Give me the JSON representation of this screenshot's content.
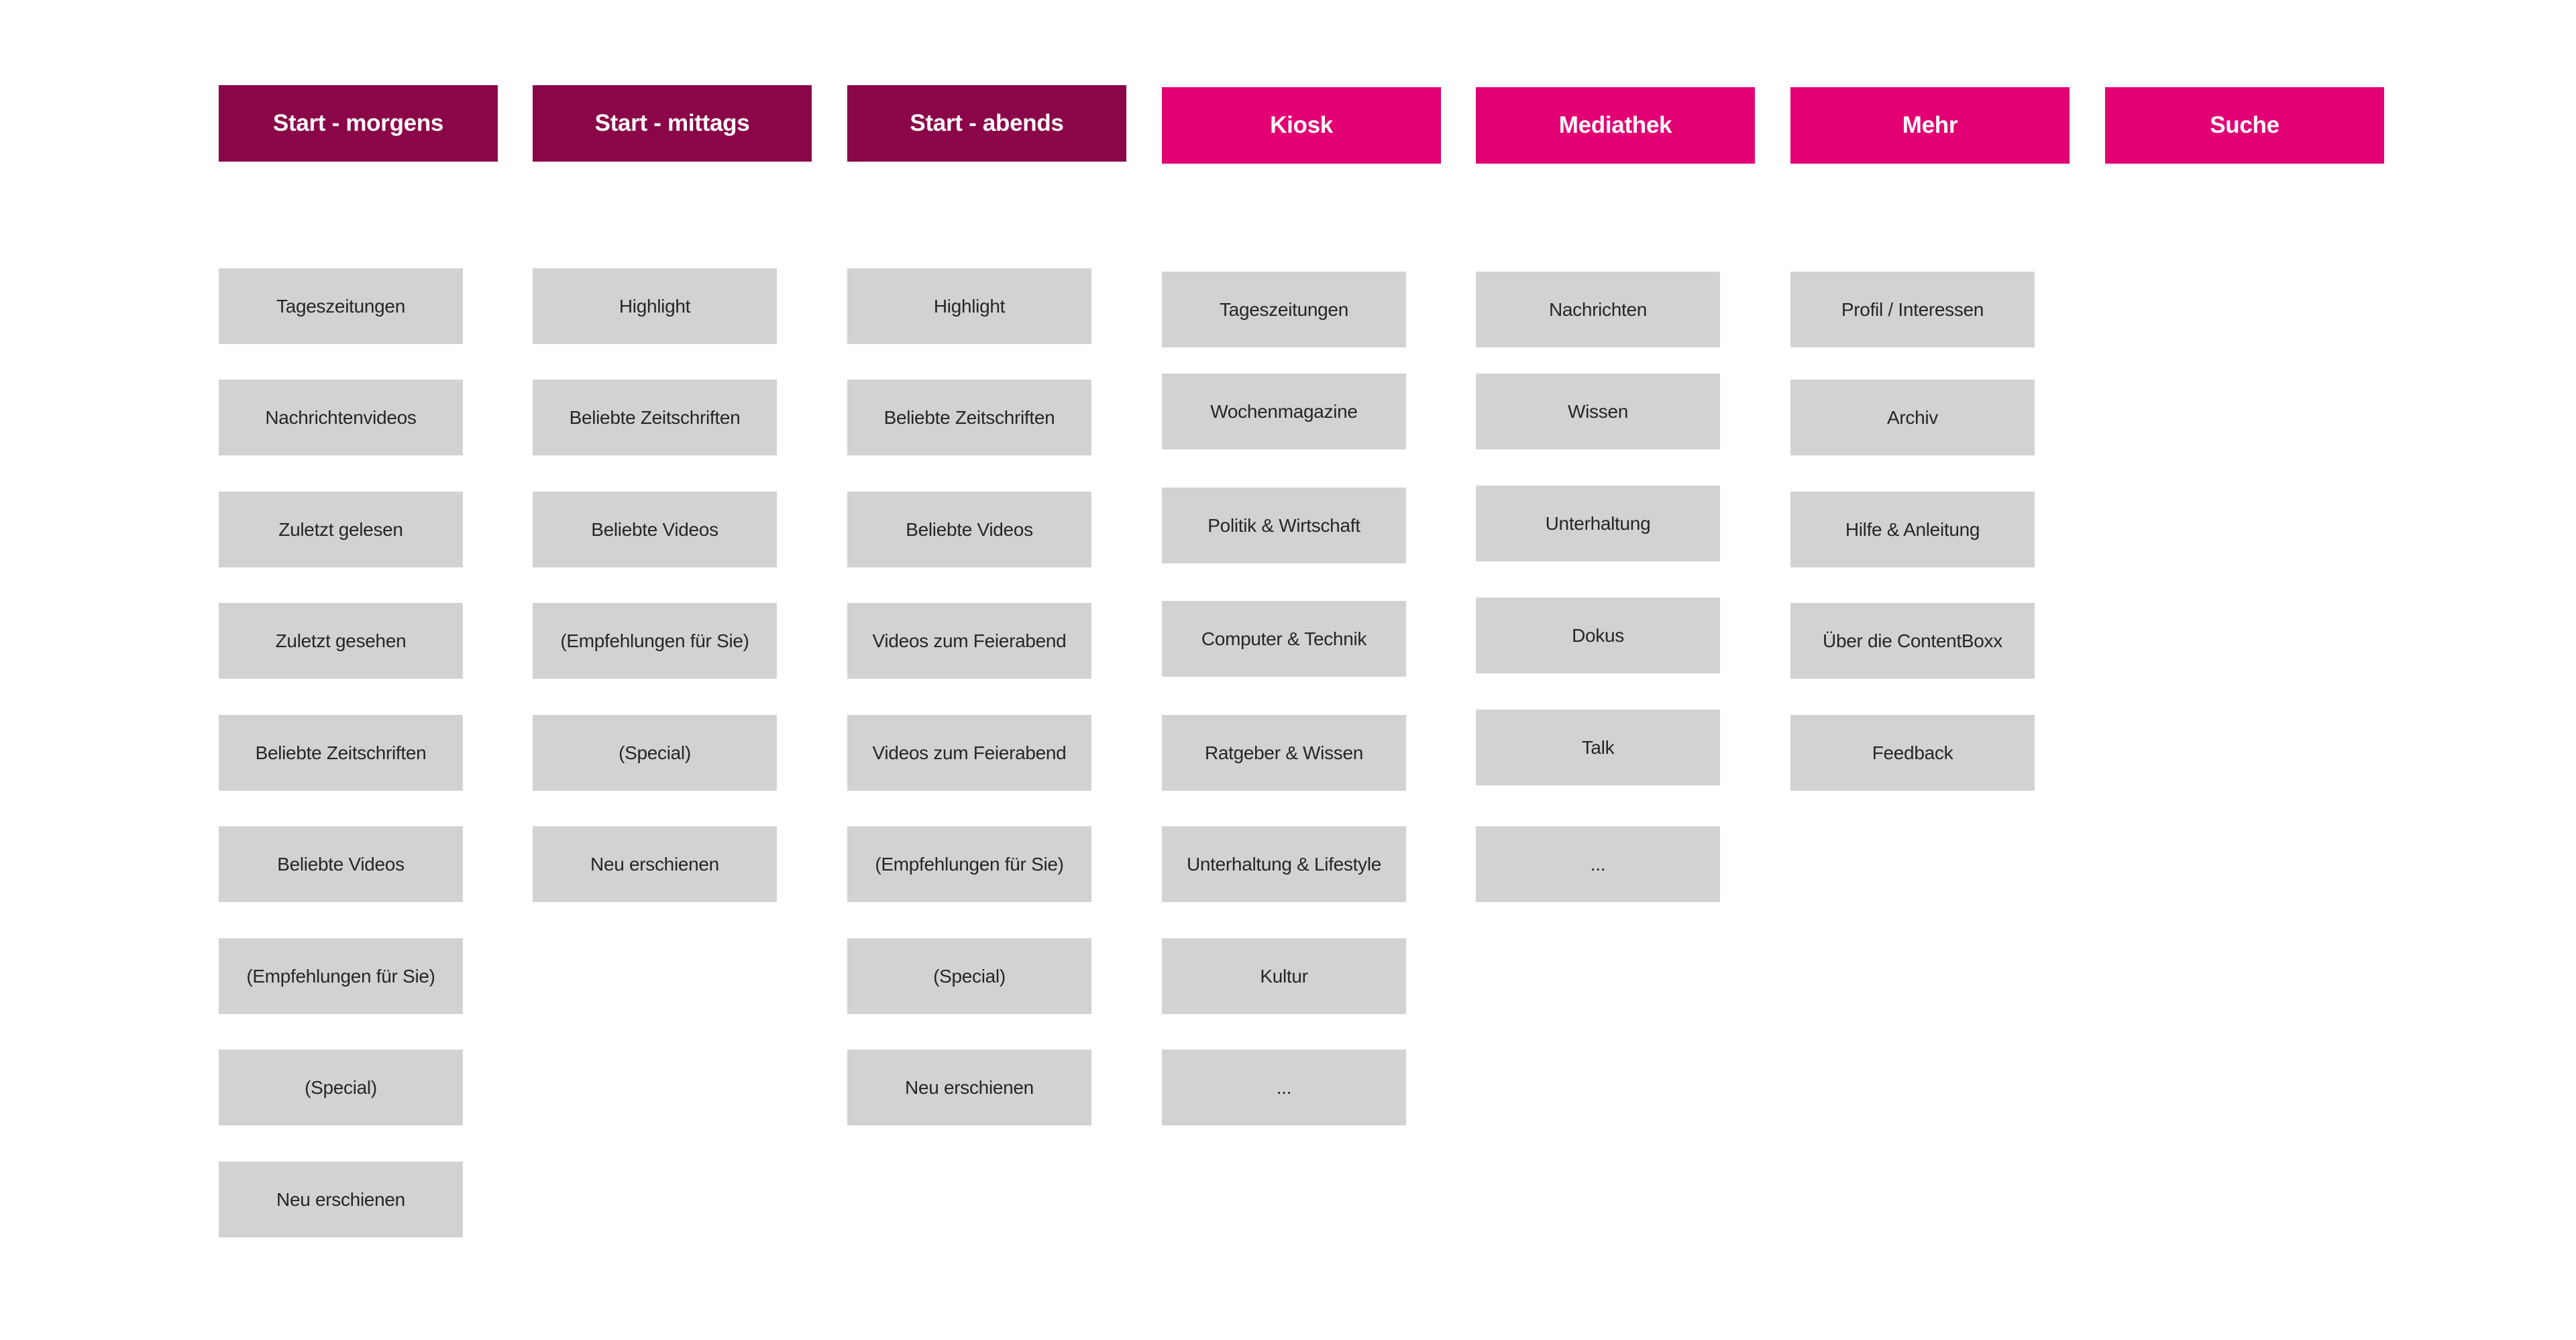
{
  "colors": {
    "header_dark": "#8a0648",
    "header_light": "#e20074",
    "item_bg": "#d2d2d2",
    "item_text": "#262626"
  },
  "columns": [
    {
      "title": "Start - morgens",
      "style": "dark",
      "items": [
        "Tageszeitungen",
        "Nachrichtenvideos",
        "Zuletzt gelesen",
        "Zuletzt gesehen",
        "Beliebte Zeitschriften",
        "Beliebte Videos",
        "(Empfehlungen für Sie)",
        "(Special)",
        "Neu erschienen"
      ]
    },
    {
      "title": "Start - mittags",
      "style": "dark",
      "items": [
        "Highlight",
        "Beliebte Zeitschriften",
        "Beliebte Videos",
        "(Empfehlungen für Sie)",
        "(Special)",
        "Neu erschienen"
      ]
    },
    {
      "title": "Start - abends",
      "style": "dark",
      "items": [
        "Highlight",
        "Beliebte Zeitschriften",
        "Beliebte Videos",
        "Videos zum Feierabend",
        "Videos zum Feierabend",
        "(Empfehlungen für Sie)",
        "(Special)",
        "Neu erschienen"
      ]
    },
    {
      "title": "Kiosk",
      "style": "light",
      "items": [
        "Tageszeitungen",
        "Wochenmagazine",
        "Politik & Wirtschaft",
        "Computer & Technik",
        "Ratgeber & Wissen",
        "Unterhaltung & Lifestyle",
        "Kultur",
        "..."
      ]
    },
    {
      "title": "Mediathek",
      "style": "light",
      "items": [
        "Nachrichten",
        "Wissen",
        "Unterhaltung",
        "Dokus",
        "Talk",
        "..."
      ]
    },
    {
      "title": "Mehr",
      "style": "light",
      "items": [
        "Profil / Interessen",
        "Archiv",
        "Hilfe & Anleitung",
        "Über die ContentBoxx",
        "Feedback"
      ]
    },
    {
      "title": "Suche",
      "style": "light",
      "items": []
    }
  ]
}
